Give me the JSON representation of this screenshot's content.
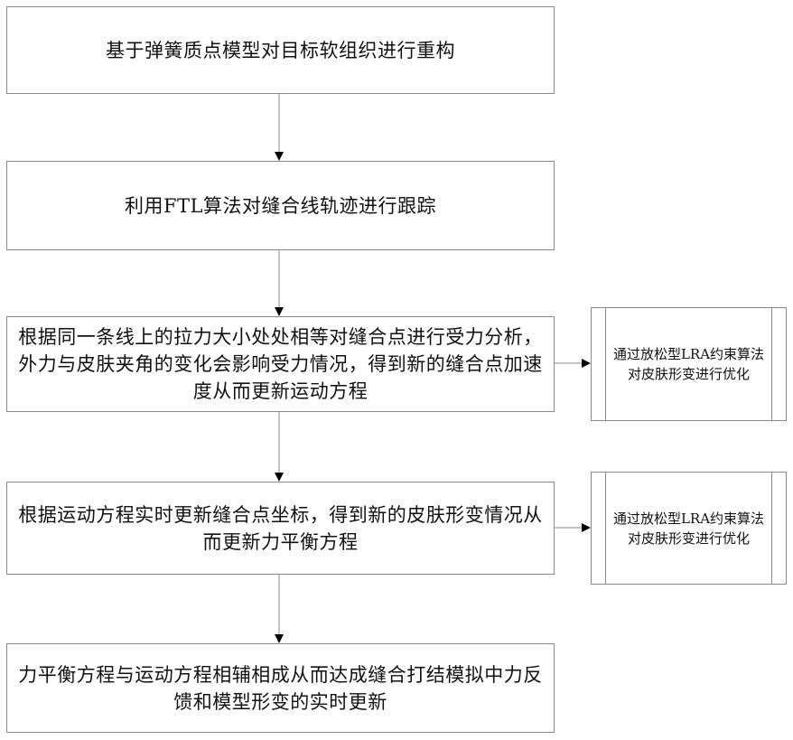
{
  "diagram": {
    "type": "flowchart",
    "steps": [
      {
        "id": "step1",
        "text": "基于弹簧质点模型对目标软组织进行重构"
      },
      {
        "id": "step2",
        "text": "利用FTL算法对缝合线轨迹进行跟踪"
      },
      {
        "id": "step3",
        "text": "根据同一条线上的拉力大小处处相等对缝合点进行受力分析，外力与皮肤夹角的变化会影响受力情况，得到新的缝合点加速度从而更新运动方程"
      },
      {
        "id": "step4",
        "text": "根据运动方程实时更新缝合点坐标，得到新的皮肤形变情况从而更新力平衡方程"
      },
      {
        "id": "step5",
        "text": "力平衡方程与运动方程相辅相成从而达成缝合打结模拟中力反馈和模型形变的实时更新"
      }
    ],
    "side_processes": [
      {
        "id": "side1",
        "attached_to": "step3",
        "text": "通过放松型LRA约束算法对皮肤形变进行优化"
      },
      {
        "id": "side2",
        "attached_to": "step4",
        "text": "通过放松型LRA约束算法对皮肤形变进行优化"
      }
    ],
    "edges": [
      {
        "from": "step1",
        "to": "step2"
      },
      {
        "from": "step2",
        "to": "step3"
      },
      {
        "from": "step3",
        "to": "step4"
      },
      {
        "from": "step4",
        "to": "step5"
      },
      {
        "from": "step3",
        "to": "side1"
      },
      {
        "from": "step4",
        "to": "side2"
      }
    ],
    "colors": {
      "border": "#8a8a8a",
      "arrow": "#000000",
      "text": "#111111"
    }
  }
}
